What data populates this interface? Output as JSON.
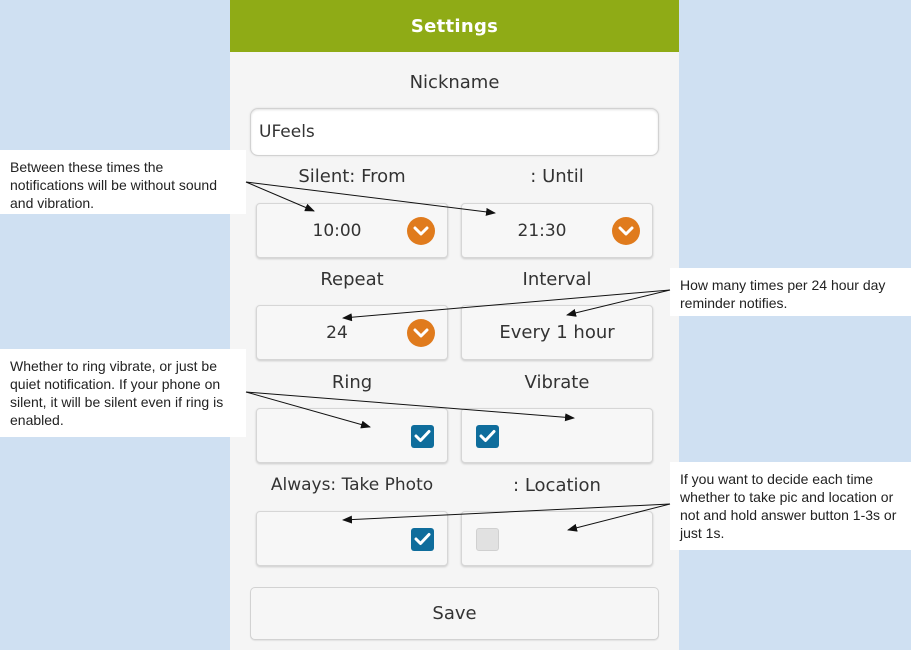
{
  "appbar": {
    "title": "Settings",
    "color": "#8fab16"
  },
  "nickname": {
    "label": "Nickname",
    "value": "UFeels"
  },
  "silent": {
    "from_label": "Silent: From",
    "until_label": ": Until",
    "from_value": "10:00",
    "until_value": "21:30"
  },
  "repeat": {
    "label": "Repeat",
    "value": "24"
  },
  "interval": {
    "label": "Interval",
    "value": "Every 1 hour"
  },
  "ring": {
    "label": "Ring",
    "checked": true
  },
  "vibrate": {
    "label": "Vibrate",
    "checked": true
  },
  "always": {
    "photo_label": "Always: Take Photo",
    "location_label": ": Location",
    "photo_checked": true,
    "location_checked": false
  },
  "save": {
    "label": "Save"
  },
  "notes": {
    "silent": "Between these times the notifications will be without sound and vibration.",
    "repeat": "How many times per 24 hour day reminder notifies.",
    "ring": "Whether to ring vibrate, or just be quiet notification. If your phone on silent, it will be silent even if ring is enabled.",
    "always": "If you want to decide each time whether to take pic and location or not and hold answer button 1-3s or just 1s."
  },
  "colors": {
    "accent": "#e07b1d",
    "checkbox": "#0f6d9c",
    "background": "#cfe0f2"
  }
}
